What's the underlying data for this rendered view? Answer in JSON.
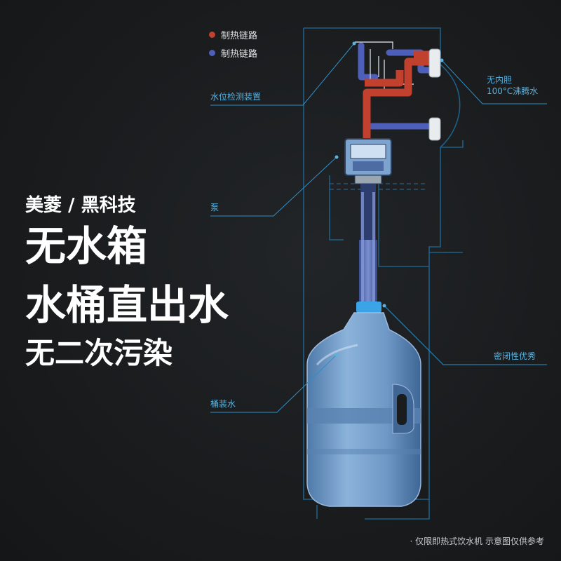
{
  "legend": [
    {
      "label": "制热链路",
      "color": "#c2402e"
    },
    {
      "label": "制热链路",
      "color": "#4d5fb8"
    }
  ],
  "callouts": {
    "water_level": "水位检测装置",
    "no_tank_line1": "无内胆",
    "no_tank_line2": "100°C沸腾水",
    "pump": "泵",
    "sealed": "密闭性优秀",
    "bottled_water": "桶装水"
  },
  "headline": {
    "brand": "美菱 / 黑科技",
    "line1": "无水箱",
    "line2": "水桶直出水",
    "line3": "无二次污染"
  },
  "disclaimer": "· 仅限即热式饮水机 示意图仅供参考",
  "colors": {
    "hot_path": "#c2402e",
    "cold_path": "#4d5fb8",
    "callout": "#58b3e0",
    "outline": "#1f5f86",
    "bottle": "#6d97c4"
  }
}
